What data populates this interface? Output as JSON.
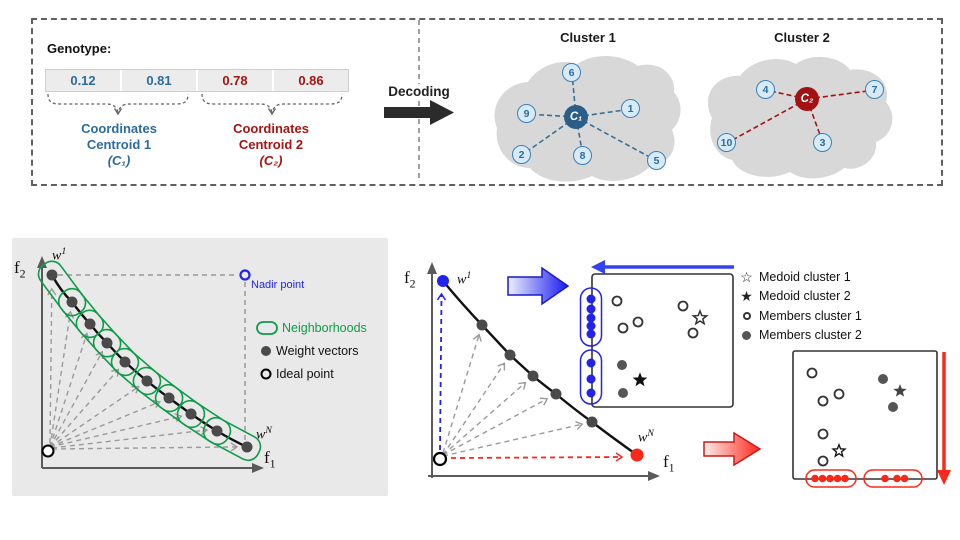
{
  "colors": {
    "centroid1_blue": "#2e6b9e",
    "centroid2_red": "#a31515",
    "neighborhood_green": "#0f9b4a",
    "vector_blue": "#2222ee",
    "vector_red": "#fa281a",
    "panel_gray": "#e9e9e9",
    "blob_gray": "#d8d8d8"
  },
  "encoding": {
    "genotype_label": "Genotype:",
    "genes": [
      "0.12",
      "0.81",
      "0.78",
      "0.86"
    ],
    "centroid1": {
      "line1": "Coordinates",
      "line2": "Centroid 1",
      "line3": "(C₁)"
    },
    "centroid2": {
      "line1": "Coordinates",
      "line2": "Centroid 2",
      "line3": "(C₂)"
    },
    "decoding_label": "Decoding"
  },
  "clusters": {
    "cluster1": {
      "title": "Cluster 1",
      "centroid": "C₁",
      "nodes": [
        "6",
        "9",
        "1",
        "2",
        "8",
        "5"
      ]
    },
    "cluster2": {
      "title": "Cluster 2",
      "centroid": "C₂",
      "nodes": [
        "4",
        "7",
        "10",
        "3"
      ]
    }
  },
  "pareto_left": {
    "f1_base": "f",
    "f1_sub": "1",
    "f2_base": "f",
    "f2_sub": "2",
    "w1_base": "w",
    "w1_sup": "1",
    "wN_base": "w",
    "wN_sup": "N",
    "nadir_label": "Nadir point",
    "legend": {
      "neighborhoods": "Neighborhoods",
      "weight_vectors": "Weight vectors",
      "ideal_point": "Ideal point"
    }
  },
  "pareto_mid": {
    "f1_base": "f",
    "f1_sub": "1",
    "f2_base": "f",
    "f2_sub": "2",
    "w1_base": "w",
    "w1_sup": "1",
    "wN_base": "w",
    "wN_sup": "N"
  },
  "scatter_legend": {
    "medoid1": "Medoid cluster 1",
    "medoid2": "Medoid cluster 2",
    "members1": "Members cluster 1",
    "members2": "Members cluster 2"
  }
}
